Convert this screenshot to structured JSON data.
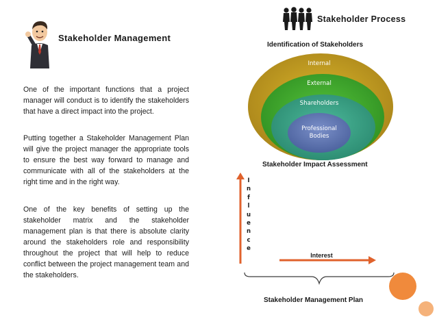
{
  "left": {
    "title": "Stakeholder Management",
    "paragraphs": [
      "One of the important functions that a project manager will conduct is to identify the stakeholders that have a direct impact into the project.",
      "Putting together a Stakeholder Management Plan will give the project manager the appropriate tools to ensure the best way forward to manage and communicate with all of the stakeholders at the right time and in the right way.",
      "One of the key benefits of setting up the stakeholder matrix and the stakeholder management plan is that there is absolute clarity around the stakeholders role and responsibility throughout the project that will help to reduce conflict between the project management team and the stakeholders."
    ]
  },
  "right": {
    "title": "Stakeholder Process",
    "identification": {
      "heading": "Identification of Stakeholders",
      "rings": [
        {
          "label": "Internal",
          "color": "#c9a41c"
        },
        {
          "label": "External",
          "color": "#3fae2a"
        },
        {
          "label": "Shareholders",
          "color": "#3aa58a"
        },
        {
          "label": "Professional",
          "label2": "Bodies",
          "color": "#5f76b5"
        }
      ]
    },
    "impact": {
      "heading": "Stakeholder Impact Assessment",
      "y_axis_letters": [
        "I",
        "n",
        "f",
        "l",
        "u",
        "e",
        "n",
        "c",
        "e"
      ],
      "x_axis_label": "Interest"
    },
    "plan": {
      "heading": "Stakeholder Management Plan"
    }
  },
  "colors": {
    "accent_orange": "#f08a3c",
    "axis_orange": "#e0622c",
    "people_silhouette": "#1a1a1a"
  }
}
